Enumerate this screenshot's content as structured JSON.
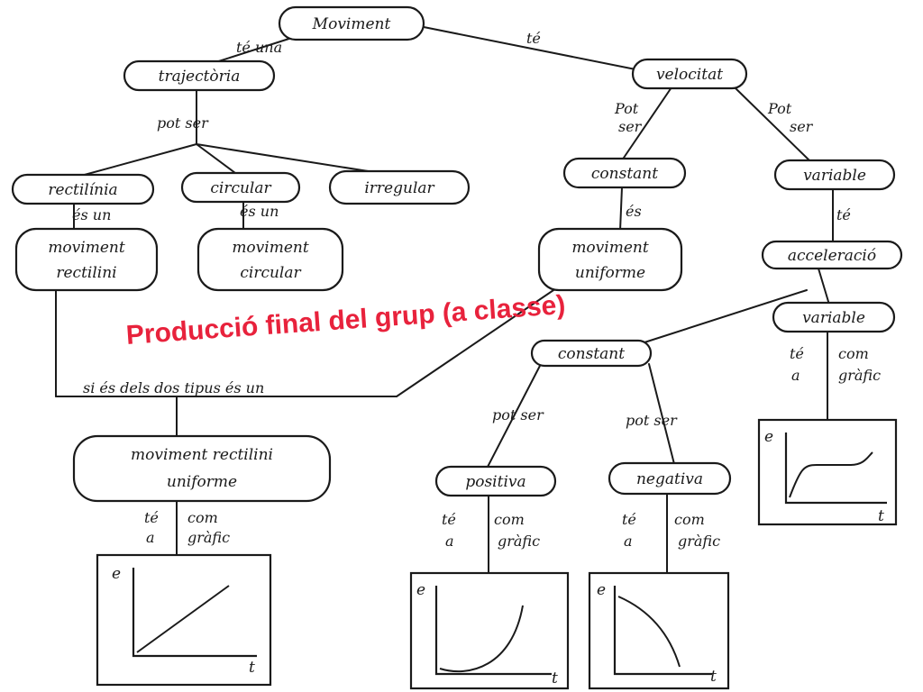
{
  "overlay_title": "Producció final del grup (a classe)",
  "colors": {
    "ink": "#1a1a1a",
    "overlay": "#e8223c",
    "background": "#ffffff"
  },
  "nodes": [
    {
      "id": "moviment",
      "label": "Moviment"
    },
    {
      "id": "trajectoria",
      "label": "trajectòria"
    },
    {
      "id": "velocitat",
      "label": "velocitat"
    },
    {
      "id": "rectilinia",
      "label": "rectilínia"
    },
    {
      "id": "circular",
      "label": "circular"
    },
    {
      "id": "irregular",
      "label": "irregular"
    },
    {
      "id": "mov-rectilini",
      "lines": [
        "moviment",
        "rectilini"
      ]
    },
    {
      "id": "mov-circular",
      "lines": [
        "moviment",
        "circular"
      ]
    },
    {
      "id": "constant",
      "label": "constant"
    },
    {
      "id": "variable",
      "label": "variable"
    },
    {
      "id": "mov-uniforme",
      "lines": [
        "moviment",
        "uniforme"
      ]
    },
    {
      "id": "acceleracio",
      "label": "acceleració"
    },
    {
      "id": "acc-variable",
      "label": "variable"
    },
    {
      "id": "acc-constant",
      "label": "constant"
    },
    {
      "id": "mru",
      "lines": [
        "moviment rectilini",
        "uniforme"
      ]
    },
    {
      "id": "positiva",
      "label": "positiva"
    },
    {
      "id": "negativa",
      "label": "negativa"
    }
  ],
  "edge_labels": [
    {
      "id": "te-una",
      "text": "té una"
    },
    {
      "id": "te-1",
      "text": "té"
    },
    {
      "id": "pot-ser-1",
      "text": "pot   ser"
    },
    {
      "id": "pot-ser-2",
      "lines": [
        "Pot",
        "ser"
      ]
    },
    {
      "id": "pot-ser-3",
      "lines": [
        "Pot",
        "ser"
      ]
    },
    {
      "id": "es-un-1",
      "text": "és un"
    },
    {
      "id": "es-un-2",
      "text": "és un"
    },
    {
      "id": "es-1",
      "text": "és"
    },
    {
      "id": "te-2",
      "text": "té"
    },
    {
      "id": "si-es",
      "text": "si és dels dos tipus és un"
    },
    {
      "id": "pot-ser-4",
      "text": "pot ser"
    },
    {
      "id": "pot-ser-5",
      "text": "pot ser"
    },
    {
      "id": "te-a-1",
      "lines": [
        "té",
        "a"
      ]
    },
    {
      "id": "com-grafic-1",
      "lines": [
        "com",
        "gràfic"
      ]
    },
    {
      "id": "te-a-2",
      "lines": [
        "té",
        "a"
      ]
    },
    {
      "id": "com-grafic-2",
      "lines": [
        "com",
        "gràfic"
      ]
    },
    {
      "id": "te-a-3",
      "lines": [
        "té",
        "a"
      ]
    },
    {
      "id": "com-grafic-3",
      "lines": [
        "com",
        "gràfic"
      ]
    },
    {
      "id": "te-a-4",
      "lines": [
        "té",
        "a"
      ]
    },
    {
      "id": "com-grafic-4",
      "lines": [
        "com",
        "gràfic"
      ]
    }
  ],
  "graphs": [
    {
      "id": "graph-uniform",
      "y_axis": "e",
      "x_axis": "t",
      "shape": "straight line rising"
    },
    {
      "id": "graph-positive",
      "y_axis": "e",
      "x_axis": "t",
      "shape": "curve rising upward"
    },
    {
      "id": "graph-negative",
      "y_axis": "e",
      "x_axis": "t",
      "shape": "curve falling downward"
    },
    {
      "id": "graph-variable",
      "y_axis": "e",
      "x_axis": "t",
      "shape": "rise, plateau, rise"
    }
  ]
}
